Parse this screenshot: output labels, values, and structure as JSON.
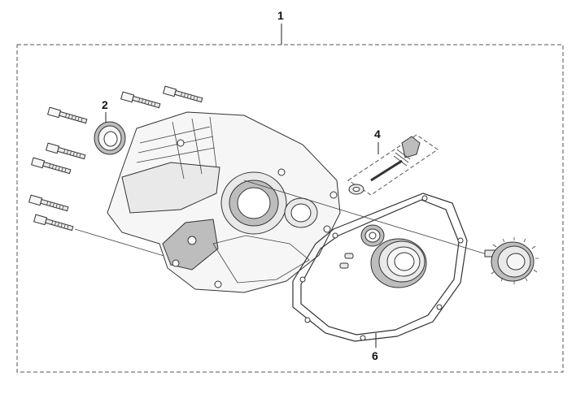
{
  "callouts": [
    {
      "id": "assembly",
      "label": "1"
    },
    {
      "id": "oil-seal",
      "label": "2"
    },
    {
      "id": "oil-filler-group",
      "label": "4"
    },
    {
      "id": "gasket",
      "label": "6"
    }
  ],
  "colors": {
    "line": "#333333",
    "part_fill": "#e9e9e9",
    "part_shade": "#bdbdbd",
    "background": "#ffffff"
  }
}
